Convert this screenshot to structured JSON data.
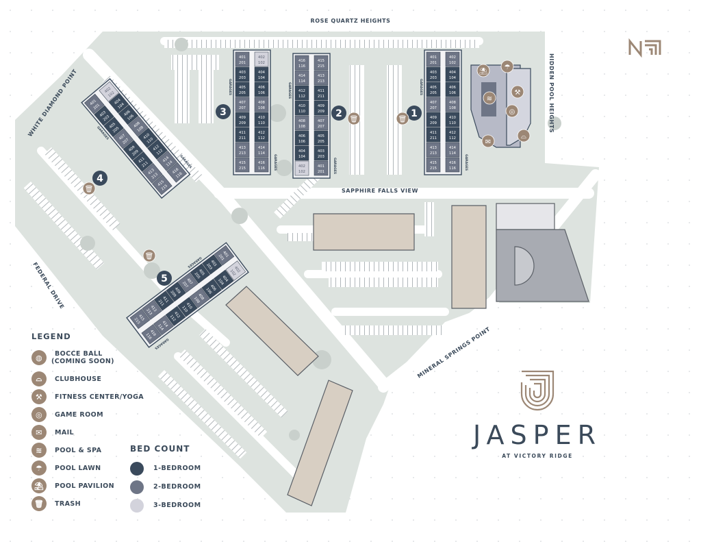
{
  "colors": {
    "site": "#dde3df",
    "road": "#ffffff",
    "one_bedroom": "#3a4a5c",
    "two_bedroom": "#6e7586",
    "three_bedroom": "#d3d3dc",
    "amenity": "#9c8775",
    "building": "#d8cfc3",
    "text": "#3b4a5a"
  },
  "roads": {
    "rose_quartz": "ROSE QUARTZ HEIGHTS",
    "hidden_pool": "HIDDEN POOL HEIGHTS",
    "white_diamond": "WHITE DIAMOND POINT",
    "sapphire_falls": "SAPPHIRE FALLS VIEW",
    "federal": "FEDERAL DRIVE",
    "mineral_springs": "MINERAL SPRINGS POINT"
  },
  "garage_label": "GARAGES",
  "north_logo": "N",
  "buildings": [
    {
      "number": "1",
      "left": [
        [
          "401",
          "201",
          2
        ],
        [
          "403",
          "203",
          1
        ],
        [
          "405",
          "205",
          1
        ],
        [
          "407",
          "207",
          2
        ],
        [
          "409",
          "209",
          1
        ],
        [
          "411",
          "211",
          1
        ],
        [
          "413",
          "213",
          2
        ],
        [
          "415",
          "215",
          2
        ]
      ],
      "right": [
        [
          "402",
          "102",
          2
        ],
        [
          "404",
          "104",
          1
        ],
        [
          "406",
          "106",
          1
        ],
        [
          "408",
          "108",
          2
        ],
        [
          "410",
          "110",
          1
        ],
        [
          "412",
          "112",
          1
        ],
        [
          "414",
          "114",
          2
        ],
        [
          "416",
          "116",
          2
        ]
      ]
    },
    {
      "number": "2",
      "left": [
        [
          "416",
          "116",
          2
        ],
        [
          "414",
          "114",
          2
        ],
        [
          "412",
          "112",
          1
        ],
        [
          "410",
          "110",
          1
        ],
        [
          "408",
          "108",
          2
        ],
        [
          "406",
          "106",
          1
        ],
        [
          "404",
          "104",
          1
        ],
        [
          "402",
          "102",
          3
        ]
      ],
      "right": [
        [
          "415",
          "215",
          2
        ],
        [
          "413",
          "213",
          2
        ],
        [
          "411",
          "211",
          1
        ],
        [
          "409",
          "209",
          1
        ],
        [
          "407",
          "207",
          2
        ],
        [
          "405",
          "205",
          1
        ],
        [
          "403",
          "203",
          1
        ],
        [
          "401",
          "201",
          2
        ]
      ]
    },
    {
      "number": "3",
      "left": [
        [
          "401",
          "201",
          2
        ],
        [
          "403",
          "203",
          1
        ],
        [
          "405",
          "205",
          1
        ],
        [
          "407",
          "207",
          2
        ],
        [
          "409",
          "209",
          1
        ],
        [
          "411",
          "211",
          1
        ],
        [
          "413",
          "213",
          2
        ],
        [
          "415",
          "215",
          2
        ]
      ],
      "right": [
        [
          "402",
          "102",
          3
        ],
        [
          "404",
          "104",
          1
        ],
        [
          "406",
          "106",
          1
        ],
        [
          "408",
          "108",
          2
        ],
        [
          "410",
          "110",
          1
        ],
        [
          "412",
          "112",
          1
        ],
        [
          "414",
          "114",
          2
        ],
        [
          "416",
          "116",
          2
        ]
      ]
    },
    {
      "number": "4",
      "left": [
        [
          "401",
          "201",
          2
        ],
        [
          "403",
          "203",
          1
        ],
        [
          "405",
          "205",
          1
        ],
        [
          "407",
          "207",
          2
        ],
        [
          "409",
          "209",
          1
        ],
        [
          "411",
          "211",
          1
        ],
        [
          "413",
          "213",
          2
        ],
        [
          "415",
          "215",
          2
        ]
      ],
      "right": [
        [
          "402",
          "102",
          3
        ],
        [
          "404",
          "104",
          1
        ],
        [
          "406",
          "106",
          1
        ],
        [
          "408",
          "108",
          2
        ],
        [
          "410",
          "110",
          1
        ],
        [
          "412",
          "112",
          1
        ],
        [
          "414",
          "114",
          2
        ],
        [
          "416",
          "116",
          2
        ]
      ]
    },
    {
      "number": "5",
      "left": [
        [
          "401",
          "201",
          2
        ],
        [
          "403",
          "203",
          1
        ],
        [
          "405",
          "205",
          1
        ],
        [
          "407",
          "207",
          2
        ],
        [
          "409",
          "209",
          1
        ],
        [
          "411",
          "211",
          1
        ],
        [
          "413",
          "213",
          2
        ],
        [
          "415",
          "215",
          2
        ]
      ],
      "right": [
        [
          "402",
          "102",
          3
        ],
        [
          "404",
          "104",
          1
        ],
        [
          "406",
          "106",
          1
        ],
        [
          "408",
          "108",
          2
        ],
        [
          "410",
          "110",
          1
        ],
        [
          "412",
          "112",
          1
        ],
        [
          "414",
          "114",
          2
        ],
        [
          "416",
          "116",
          2
        ]
      ]
    }
  ],
  "legend": {
    "title": "LEGEND",
    "items": [
      {
        "icon": "bocce-ball-icon",
        "glyph": "◍",
        "label": "BOCCE BALL",
        "label2": "(COMING SOON)"
      },
      {
        "icon": "clubhouse-bell-icon",
        "glyph": "⌓",
        "label": "CLUBHOUSE"
      },
      {
        "icon": "dumbbell-icon",
        "glyph": "⚒",
        "label": "FITNESS CENTER/YOGA"
      },
      {
        "icon": "game-target-icon",
        "glyph": "◎",
        "label": "GAME ROOM"
      },
      {
        "icon": "mailbox-icon",
        "glyph": "✉",
        "label": "MAIL"
      },
      {
        "icon": "pool-ladder-icon",
        "glyph": "≋",
        "label": "POOL & SPA"
      },
      {
        "icon": "umbrella-lounge-icon",
        "glyph": "☂",
        "label": "POOL LAWN"
      },
      {
        "icon": "pavilion-umbrella-icon",
        "glyph": "⛱",
        "label": "POOL PAVILION"
      },
      {
        "icon": "trash-icon",
        "glyph": "🗑",
        "label": "TRASH"
      }
    ]
  },
  "bed_count": {
    "title": "BED COUNT",
    "items": [
      {
        "label": "1-BEDROOM",
        "color": "#3a4a5c"
      },
      {
        "label": "2-BEDROOM",
        "color": "#6e7586"
      },
      {
        "label": "3-BEDROOM",
        "color": "#d3d3dc"
      }
    ]
  },
  "brand": {
    "name": "JASPER",
    "subtitle": "AT VICTORY RIDGE"
  }
}
